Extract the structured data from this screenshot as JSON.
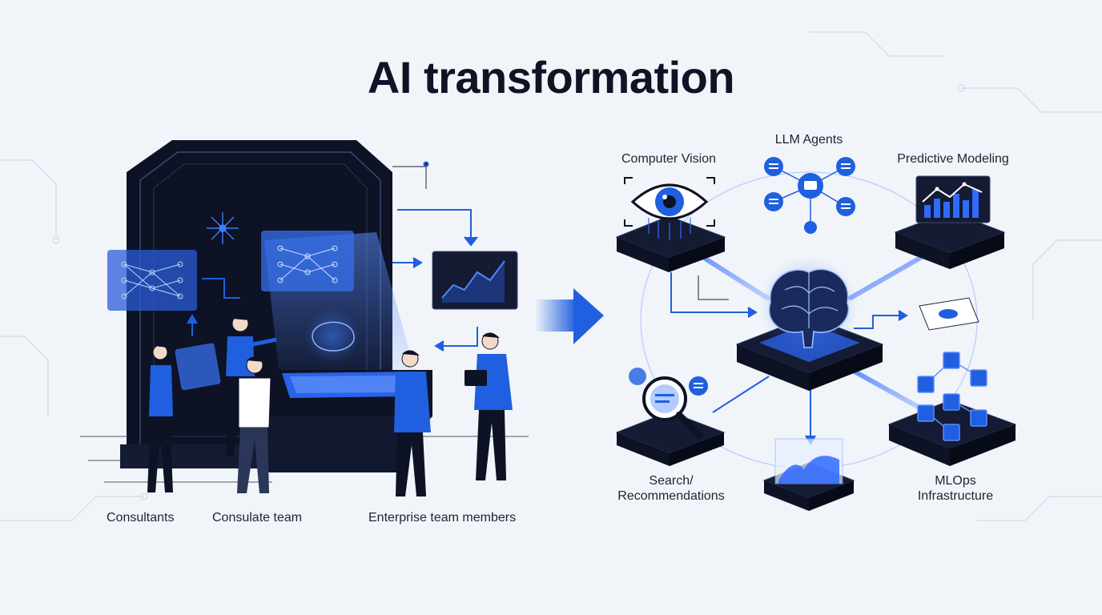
{
  "title": "AI transformation",
  "left_scene": {
    "people_labels": [
      "Consultants",
      "Consulate team",
      "Enterprise team members"
    ]
  },
  "right_scene": {
    "nodes": [
      {
        "label": "Computer Vision",
        "icon": "eye-icon"
      },
      {
        "label": "LLM Agents",
        "icon": "chat-network-icon"
      },
      {
        "label": "Predictive Modeling",
        "icon": "line-chart-icon"
      },
      {
        "label": "Search/\nRecommendations",
        "icon": "magnifier-icon"
      },
      {
        "label": "MLOps\nInfrastructure",
        "icon": "cube-network-icon"
      }
    ],
    "center_icon": "brain-icon"
  },
  "colors": {
    "accent": "#1f5fe0",
    "accent_light": "#5b8cff",
    "dark": "#0d1224",
    "background": "#f1f4f9",
    "text": "#1d2433"
  }
}
